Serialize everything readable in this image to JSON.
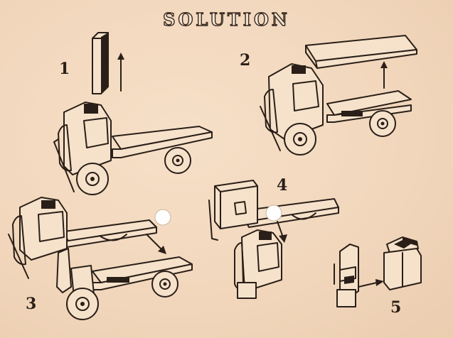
{
  "title": "SOLUTION",
  "steps": [
    "1",
    "2",
    "3",
    "4",
    "5"
  ]
}
